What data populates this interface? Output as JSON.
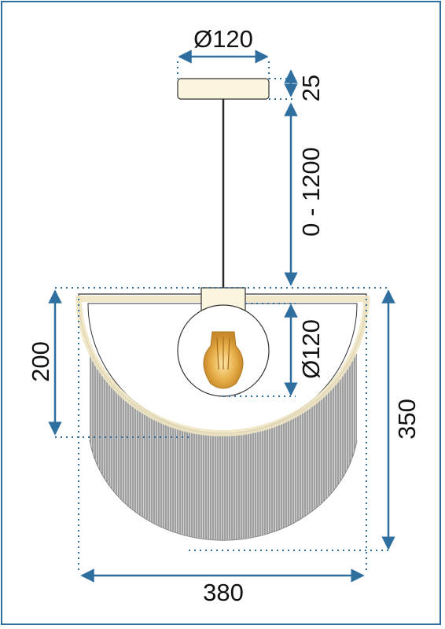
{
  "dimensions": {
    "canopy_diameter": "Ø120",
    "canopy_height": "25",
    "cable_length": "0 - 1200",
    "bulb_diameter": "Ø120",
    "frame_height": "200",
    "total_height": "350",
    "total_width": "380"
  },
  "colors": {
    "dimension_line": "#2f6fa0",
    "frame_outline": "#f0e6c4",
    "fringe": "#8a8a8a",
    "cable": "#2a2a2a",
    "bulb_glow": "#e8b04a"
  }
}
